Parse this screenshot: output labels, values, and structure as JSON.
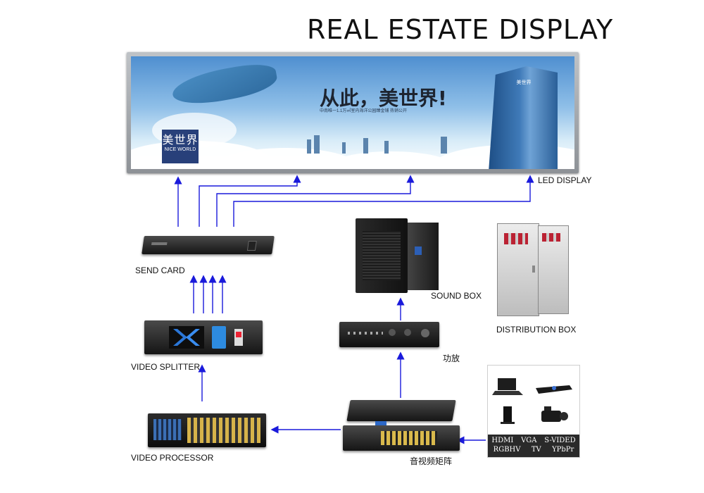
{
  "diagram": {
    "title": "REAL ESTATE DISPLAY",
    "led_display": {
      "label": "LED DISPLAY",
      "slogan": "从此，美世界!",
      "sub_slogan": "中南唯一1.1万㎡室内海洋公园臻金铺  热销公开",
      "brand": "美世界",
      "brand_sub": "NICE WORLD"
    },
    "send_card": {
      "label": "SEND CARD"
    },
    "video_splitter": {
      "label": "VIDEO SPLITTER"
    },
    "video_processor": {
      "label": "VIDEO PROCESSOR"
    },
    "sound_box": {
      "label": "SOUND BOX"
    },
    "amplifier": {
      "label": "功放"
    },
    "av_matrix": {
      "label": "音视频矩阵"
    },
    "distribution_box": {
      "label": "DISTRIBUTION BOX"
    },
    "sources": {
      "row1": [
        "HDMI",
        "VGA",
        "S-VIDED"
      ],
      "row2": [
        "RGBHV",
        "TV",
        "YPbPr"
      ]
    },
    "colors": {
      "arrow": "#1a1adb",
      "text": "#111111"
    }
  }
}
